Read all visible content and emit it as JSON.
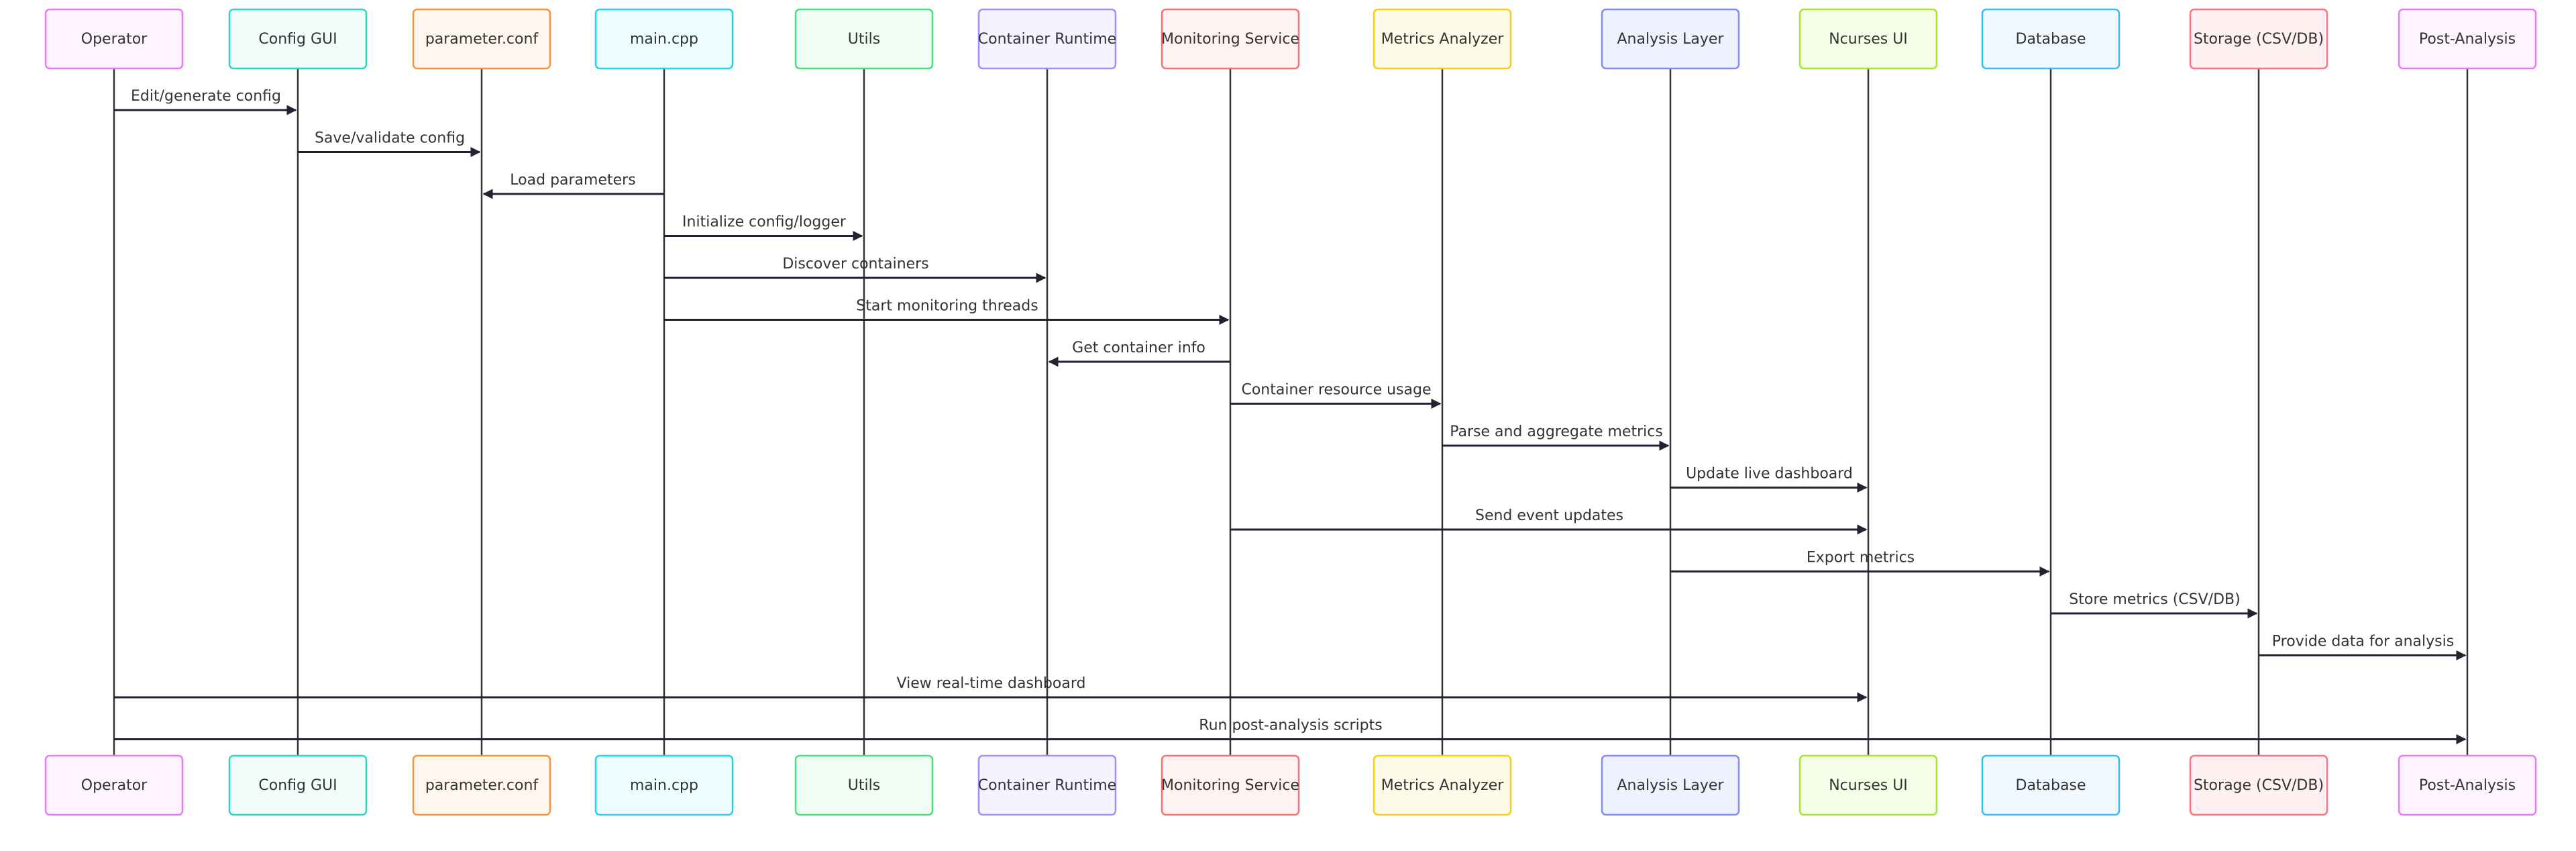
{
  "diagram": {
    "participants": [
      {
        "id": "operator",
        "label": "Operator",
        "stroke": "#e879f9",
        "fill": "#fdf4ff"
      },
      {
        "id": "config_gui",
        "label": "Config GUI",
        "stroke": "#2dd4bf",
        "fill": "#f0fdfa"
      },
      {
        "id": "parameter_conf",
        "label": "parameter.conf",
        "stroke": "#fb923c",
        "fill": "#fff7ed"
      },
      {
        "id": "main_cpp",
        "label": "main.cpp",
        "stroke": "#22d3ee",
        "fill": "#ecfeff"
      },
      {
        "id": "utils",
        "label": "Utils",
        "stroke": "#4ade80",
        "fill": "#f0fdf4"
      },
      {
        "id": "container_runtime",
        "label": "Container Runtime",
        "stroke": "#a78bfa",
        "fill": "#f5f3ff"
      },
      {
        "id": "monitoring_service",
        "label": "Monitoring Service",
        "stroke": "#f87171",
        "fill": "#fef2f2"
      },
      {
        "id": "metrics_analyzer",
        "label": "Metrics Analyzer",
        "stroke": "#facc15",
        "fill": "#fefce8"
      },
      {
        "id": "analysis_layer",
        "label": "Analysis Layer",
        "stroke": "#818cf8",
        "fill": "#eef2ff"
      },
      {
        "id": "ncurses_ui",
        "label": "Ncurses UI",
        "stroke": "#a3e635",
        "fill": "#f7fee7"
      },
      {
        "id": "database",
        "label": "Database",
        "stroke": "#38bdf8",
        "fill": "#f0f9ff"
      },
      {
        "id": "storage",
        "label": "Storage (CSV/DB)",
        "stroke": "#fb7185",
        "fill": "#fff1f2"
      },
      {
        "id": "post_analysis",
        "label": "Post-Analysis",
        "stroke": "#e879f9",
        "fill": "#fdf4ff"
      }
    ],
    "messages": [
      {
        "from": "operator",
        "to": "config_gui",
        "label": "Edit/generate config"
      },
      {
        "from": "config_gui",
        "to": "parameter_conf",
        "label": "Save/validate config"
      },
      {
        "from": "main_cpp",
        "to": "parameter_conf",
        "label": "Load parameters"
      },
      {
        "from": "main_cpp",
        "to": "utils",
        "label": "Initialize config/logger"
      },
      {
        "from": "main_cpp",
        "to": "container_runtime",
        "label": "Discover containers"
      },
      {
        "from": "main_cpp",
        "to": "monitoring_service",
        "label": "Start monitoring threads"
      },
      {
        "from": "monitoring_service",
        "to": "container_runtime",
        "label": "Get container info"
      },
      {
        "from": "monitoring_service",
        "to": "metrics_analyzer",
        "label": "Container resource usage"
      },
      {
        "from": "metrics_analyzer",
        "to": "analysis_layer",
        "label": "Parse and aggregate metrics"
      },
      {
        "from": "analysis_layer",
        "to": "ncurses_ui",
        "label": "Update live dashboard"
      },
      {
        "from": "monitoring_service",
        "to": "ncurses_ui",
        "label": "Send event updates"
      },
      {
        "from": "analysis_layer",
        "to": "database",
        "label": "Export metrics"
      },
      {
        "from": "database",
        "to": "storage",
        "label": "Store metrics (CSV/DB)"
      },
      {
        "from": "storage",
        "to": "post_analysis",
        "label": "Provide data for analysis"
      },
      {
        "from": "operator",
        "to": "ncurses_ui",
        "label": "View real-time dashboard"
      },
      {
        "from": "operator",
        "to": "post_analysis",
        "label": "Run post-analysis scripts"
      }
    ]
  }
}
